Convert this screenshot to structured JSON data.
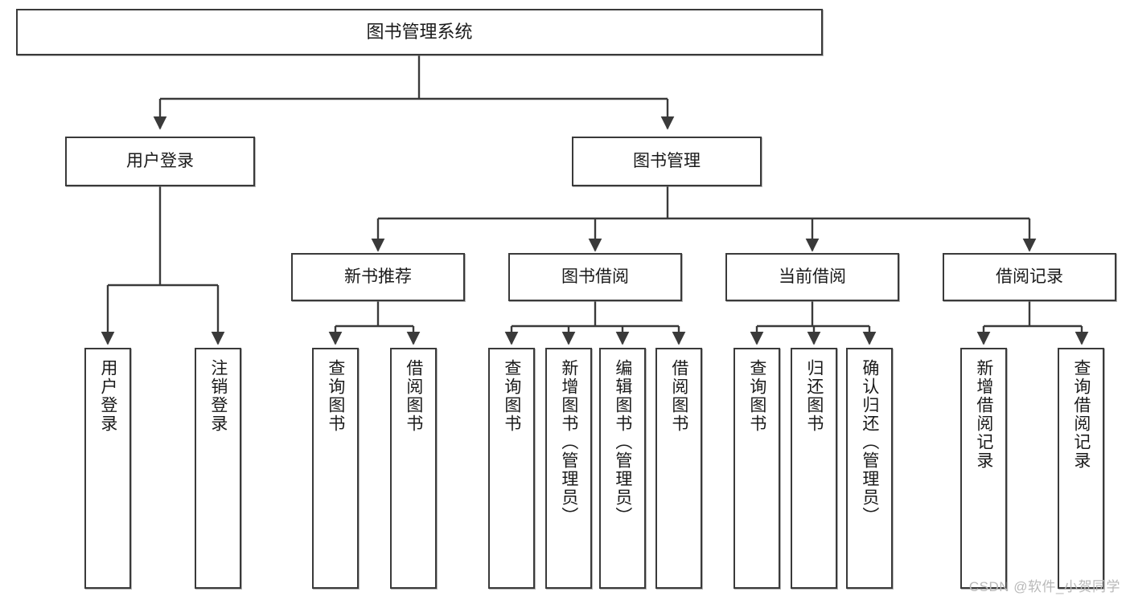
{
  "diagram": {
    "title": "图书管理系统",
    "type": "tree-hierarchy",
    "colors": {
      "stroke": "#3a3a3a",
      "fill": "#ffffff",
      "text": "#1a1a1a",
      "watermark": "#b9b9b9"
    },
    "root": {
      "label": "图书管理系统"
    },
    "level2": [
      {
        "label": "用户登录"
      },
      {
        "label": "图书管理"
      }
    ],
    "level3": [
      {
        "label": "新书推荐"
      },
      {
        "label": "图书借阅"
      },
      {
        "label": "当前借阅"
      },
      {
        "label": "借阅记录"
      }
    ],
    "leaves": [
      {
        "label": "用户登录",
        "parent": "用户登录"
      },
      {
        "label": "注销登录",
        "parent": "用户登录"
      },
      {
        "label": "查询图书",
        "parent": "新书推荐"
      },
      {
        "label": "借阅图书",
        "parent": "新书推荐"
      },
      {
        "label": "查询图书",
        "parent": "图书借阅"
      },
      {
        "label": "新增图书（管理员）",
        "parent": "图书借阅"
      },
      {
        "label": "编辑图书（管理员）",
        "parent": "图书借阅"
      },
      {
        "label": "借阅图书",
        "parent": "图书借阅"
      },
      {
        "label": "查询图书",
        "parent": "当前借阅"
      },
      {
        "label": "归还图书",
        "parent": "当前借阅"
      },
      {
        "label": "确认归还（管理员）",
        "parent": "当前借阅"
      },
      {
        "label": "新增借阅记录",
        "parent": "借阅记录"
      },
      {
        "label": "查询借阅记录",
        "parent": "借阅记录"
      }
    ]
  },
  "watermark": {
    "text": "CSDN @软件_小贺同学"
  }
}
